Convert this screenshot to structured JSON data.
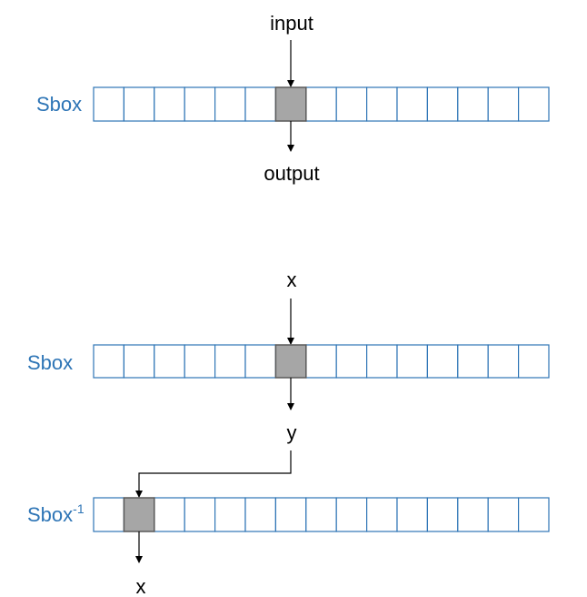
{
  "diagram": {
    "top": {
      "row_label": "Sbox",
      "input_label": "input",
      "output_label": "output",
      "cell_count": 15,
      "highlighted_cell": 6
    },
    "middle": {
      "row_label": "Sbox",
      "input_label": "x",
      "output_label": "y",
      "cell_count": 15,
      "highlighted_cell": 6
    },
    "bottom": {
      "row_label_base": "Sbox",
      "row_label_exponent": "-1",
      "output_label": "x",
      "cell_count": 15,
      "highlighted_cell": 1
    },
    "colors": {
      "label_blue": "#2E75B6",
      "cell_border": "#2E75B6",
      "highlight_fill": "#A6A6A6",
      "highlight_border": "#595959",
      "arrow": "#000000",
      "text": "#000000"
    }
  }
}
